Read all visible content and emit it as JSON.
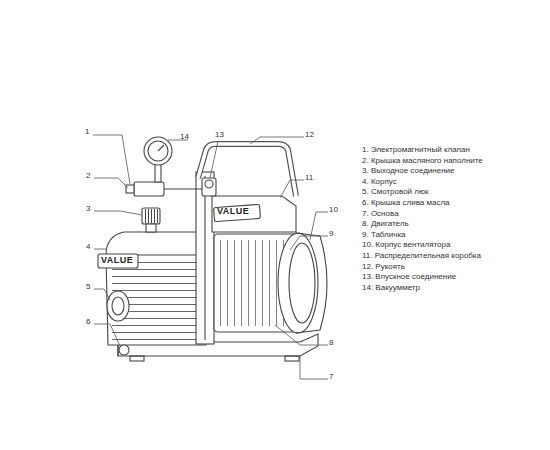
{
  "diagram": {
    "labels": [
      "1",
      "14",
      "13",
      "12",
      "2",
      "11",
      "3",
      "10",
      "4",
      "9",
      "5",
      "6",
      "8",
      "7",
      "VALUE",
      "VALUE",
      "1. Электромагнитный клапан",
      "2. Крышка масляного наполните",
      "3. Выходное соединение",
      "4. Корпус",
      "5. Смотровой люк",
      "6. Крышка слива масла",
      "7. Основа",
      "8. Двигатель",
      "9. Табличка",
      "10. Корпус вентилятора",
      "11. Распределительная коробка",
      "12. Рукоять",
      "13. Впускное соединение",
      "14. Вакуумметр"
    ]
  }
}
